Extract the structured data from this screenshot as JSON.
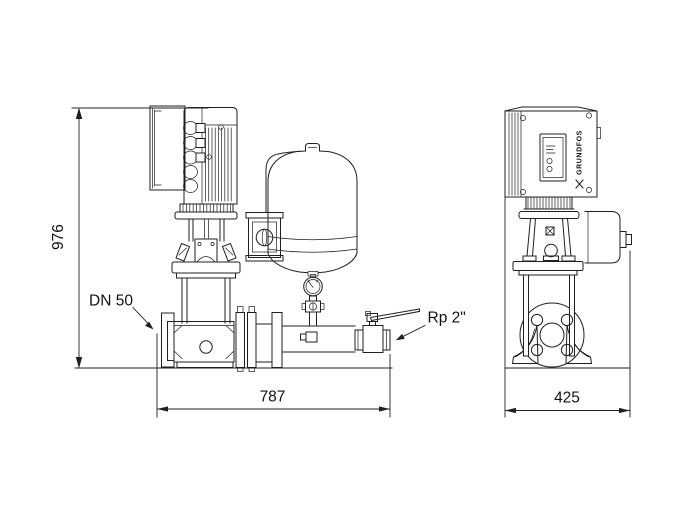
{
  "canvas": {
    "background": "#ffffff",
    "ink": "#1f1f1f"
  },
  "dimensions": {
    "height": {
      "value": "976"
    },
    "length": {
      "value": "787"
    },
    "depth": {
      "value": "425"
    }
  },
  "labels": {
    "suction": {
      "text": "DN 50"
    },
    "discharge": {
      "text": "Rp 2\""
    }
  },
  "branding": {
    "motor_text": "GRUNDFOS"
  }
}
